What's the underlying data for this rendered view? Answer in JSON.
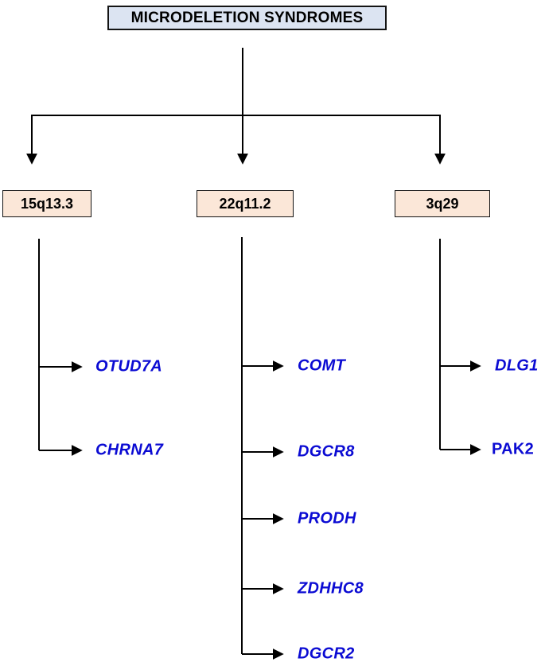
{
  "diagram": {
    "root": "MICRODELETION SYNDROMES",
    "regions": [
      {
        "label": "15q13.3",
        "genes": [
          "OTUD7A",
          "CHRNA7"
        ]
      },
      {
        "label": "22q11.2",
        "genes": [
          "COMT",
          "DGCR8",
          "PRODH",
          "ZDHHC8",
          "DGCR2"
        ]
      },
      {
        "label": "3q29",
        "genes": [
          "DLG1",
          "PAK2"
        ]
      }
    ]
  },
  "colors": {
    "background": "#ffffff",
    "title_box_bg": "#dce4f2",
    "region_box_bg": "#fbe7d8",
    "gene_text": "#0b0bd3",
    "line": "#000000",
    "box_border": "#141414",
    "heading_text": "#000000"
  }
}
